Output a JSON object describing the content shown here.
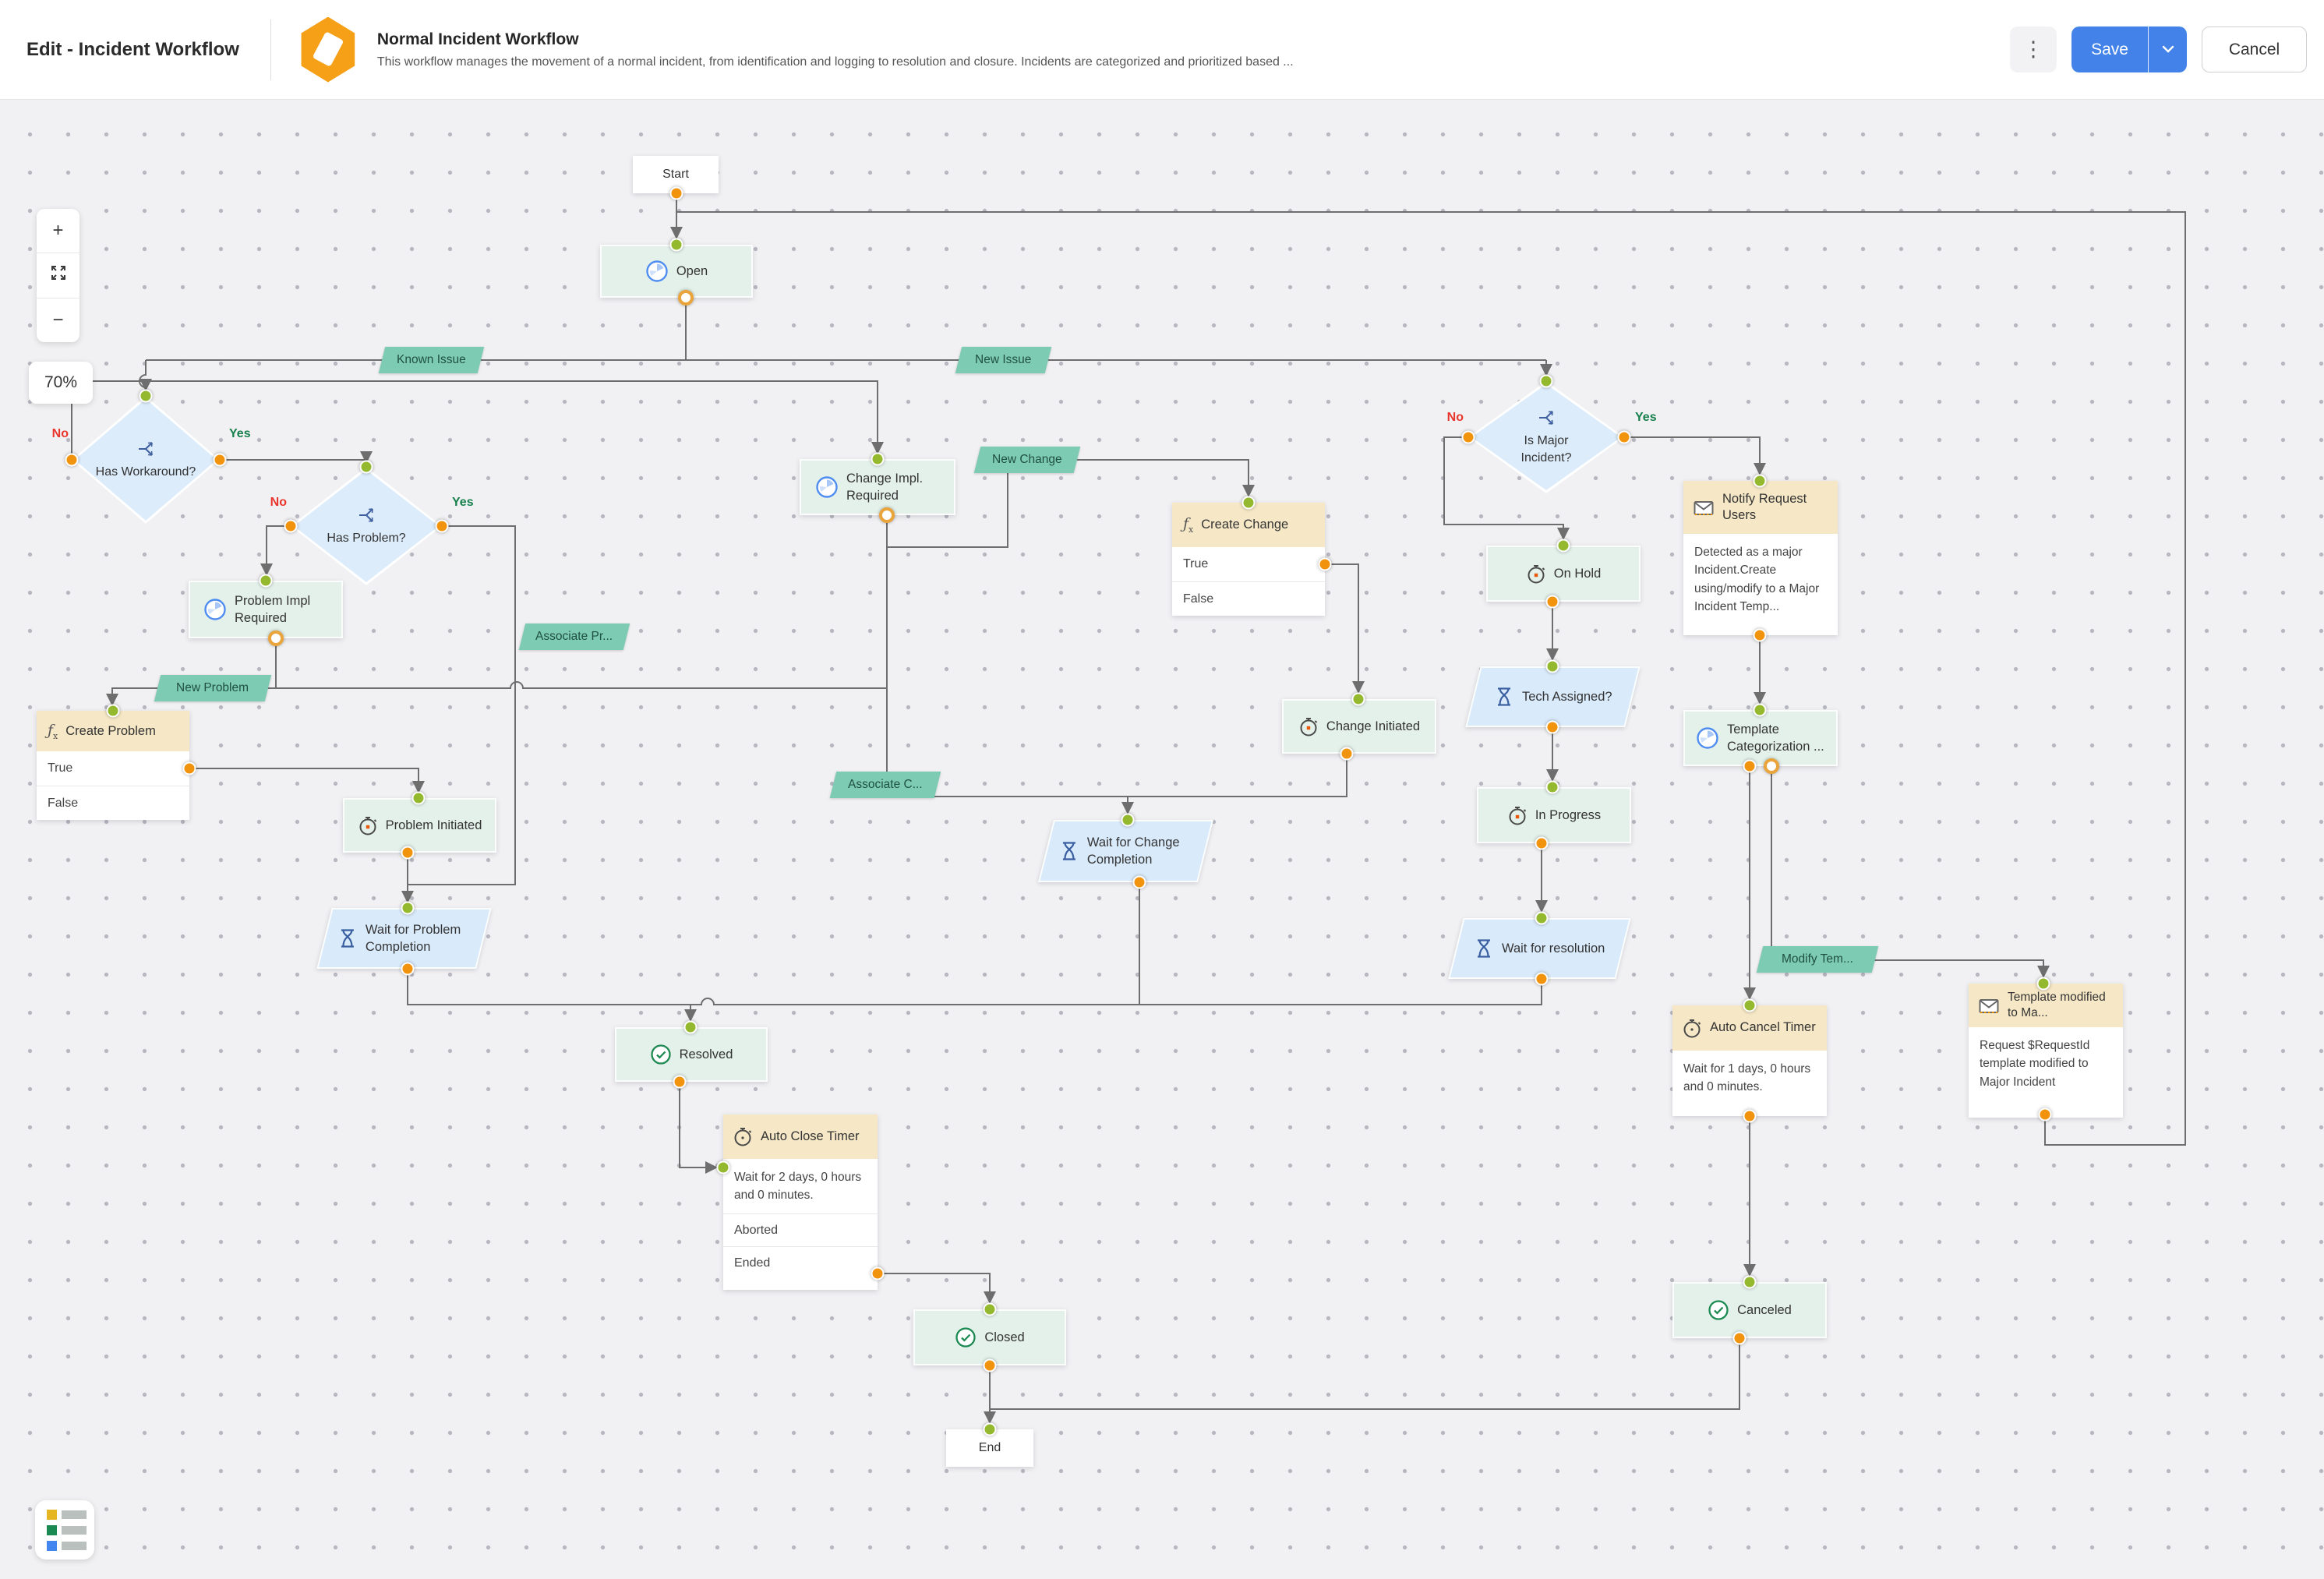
{
  "header": {
    "page_title": "Edit - Incident Workflow",
    "workflow_title": "Normal Incident Workflow",
    "workflow_description": "This workflow manages the movement of a normal incident, from identification and logging to resolution and closure. Incidents are categorized and prioritized based ...",
    "save_label": "Save",
    "cancel_label": "Cancel"
  },
  "controls": {
    "zoom_level": "70%",
    "zoom_in": "+",
    "zoom_out": "−"
  },
  "nodes": {
    "start": {
      "label": "Start"
    },
    "open": {
      "label": "Open"
    },
    "has_workaround": {
      "label": "Has Workaround?",
      "yes": "Yes",
      "no": "No"
    },
    "has_problem": {
      "label": "Has Problem?",
      "yes": "Yes",
      "no": "No"
    },
    "is_major_incident": {
      "label": "Is Major Incident?",
      "yes": "Yes",
      "no": "No"
    },
    "problem_impl_required": {
      "label": "Problem Impl Required"
    },
    "change_impl_required": {
      "label": "Change Impl. Required"
    },
    "create_problem": {
      "label": "Create Problem",
      "true_label": "True",
      "false_label": "False"
    },
    "create_change": {
      "label": "Create Change",
      "true_label": "True",
      "false_label": "False"
    },
    "problem_initiated": {
      "label": "Problem Initiated"
    },
    "change_initiated": {
      "label": "Change Initiated"
    },
    "wait_problem_completion": {
      "label": "Wait for Problem Completion"
    },
    "wait_change_completion": {
      "label": "Wait for Change Completion"
    },
    "on_hold": {
      "label": "On Hold"
    },
    "tech_assigned": {
      "label": "Tech Assigned?"
    },
    "in_progress": {
      "label": "In Progress"
    },
    "wait_resolution": {
      "label": "Wait for resolution"
    },
    "notify_request_users": {
      "label": "Notify Request Users",
      "body": "Detected as a major Incident.Create using/modify to a Major Incident Temp..."
    },
    "template_categorization": {
      "label": "Template Categorization ..."
    },
    "template_modified": {
      "label": "Template modified to Ma...",
      "body": "Request $RequestId template modified to Major Incident"
    },
    "auto_close_timer": {
      "label": "Auto Close Timer",
      "body": "Wait for 2 days, 0 hours and 0 minutes.",
      "aborted_label": "Aborted",
      "ended_label": "Ended"
    },
    "auto_cancel_timer": {
      "label": "Auto Cancel Timer",
      "body": "Wait for 1 days, 0 hours and 0 minutes."
    },
    "resolved": {
      "label": "Resolved"
    },
    "closed": {
      "label": "Closed"
    },
    "canceled": {
      "label": "Canceled"
    },
    "end": {
      "label": "End"
    }
  },
  "edge_labels": {
    "known_issue": "Known Issue",
    "new_issue": "New Issue",
    "new_change": "New Change",
    "new_problem": "New Problem",
    "associate_pr": "Associate Pr...",
    "associate_c": "Associate C...",
    "modify_tem": "Modify Tem...",
    "yes": "Yes",
    "no": "No"
  },
  "colors": {
    "accent_blue": "#4383e9",
    "node_mint": "#e4f1eb",
    "node_blue": "#d9eafb",
    "node_tan": "#f6e8c6",
    "edge_label_green": "#7ecbb3",
    "port_green": "#94b82e",
    "port_orange": "#f2930d",
    "line": "#6e6e6e",
    "icon_orange": "#f5a017"
  }
}
